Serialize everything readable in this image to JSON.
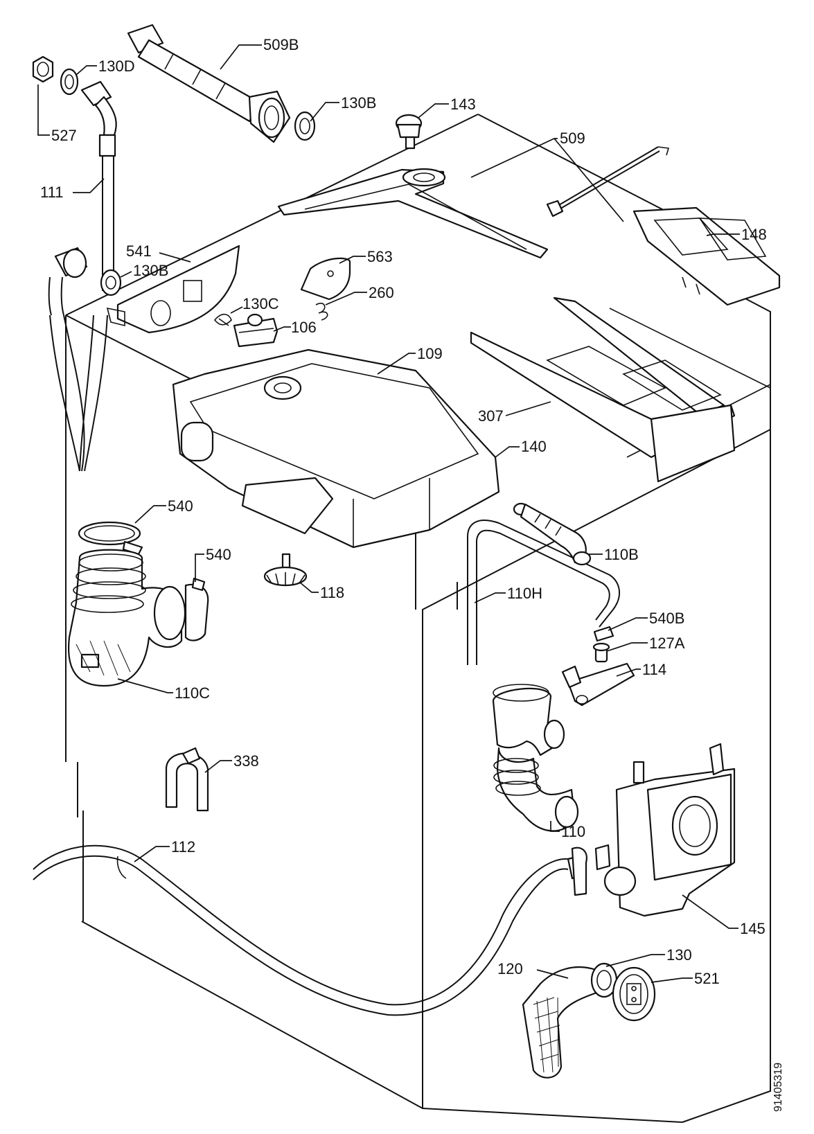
{
  "diagram": {
    "callouts": [
      {
        "id": "509B",
        "label": "509B"
      },
      {
        "id": "130D",
        "label": "130D"
      },
      {
        "id": "527",
        "label": "527"
      },
      {
        "id": "130B_top",
        "label": "130B"
      },
      {
        "id": "143",
        "label": "143"
      },
      {
        "id": "509",
        "label": "509"
      },
      {
        "id": "111",
        "label": "111"
      },
      {
        "id": "148",
        "label": "148"
      },
      {
        "id": "541",
        "label": "541"
      },
      {
        "id": "130B_mid",
        "label": "130B"
      },
      {
        "id": "563",
        "label": "563"
      },
      {
        "id": "260",
        "label": "260"
      },
      {
        "id": "130C",
        "label": "130C"
      },
      {
        "id": "106",
        "label": "106"
      },
      {
        "id": "109",
        "label": "109"
      },
      {
        "id": "307",
        "label": "307"
      },
      {
        "id": "140",
        "label": "140"
      },
      {
        "id": "540_a",
        "label": "540"
      },
      {
        "id": "540_b",
        "label": "540"
      },
      {
        "id": "110B",
        "label": "110B"
      },
      {
        "id": "118",
        "label": "118"
      },
      {
        "id": "110H",
        "label": "110H"
      },
      {
        "id": "540B",
        "label": "540B"
      },
      {
        "id": "127A",
        "label": "127A"
      },
      {
        "id": "110C",
        "label": "110C"
      },
      {
        "id": "114",
        "label": "114"
      },
      {
        "id": "338",
        "label": "338"
      },
      {
        "id": "110",
        "label": "110"
      },
      {
        "id": "112",
        "label": "112"
      },
      {
        "id": "145",
        "label": "145"
      },
      {
        "id": "130",
        "label": "130"
      },
      {
        "id": "120",
        "label": "120"
      },
      {
        "id": "521",
        "label": "521"
      }
    ],
    "drawing_code": "91405319"
  }
}
